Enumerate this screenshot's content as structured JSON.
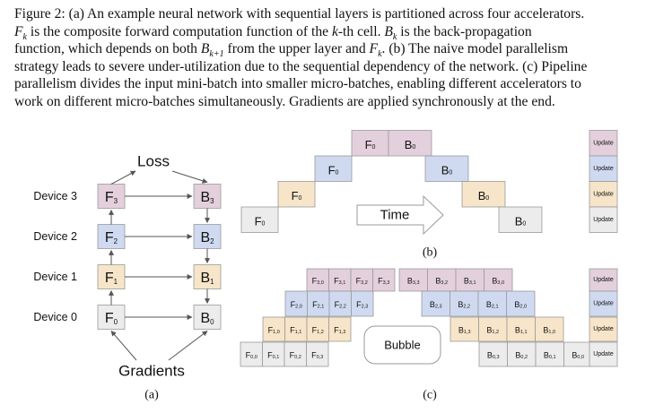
{
  "caption": {
    "prefix": "Figure 2:",
    "text": "(a) An example neural network with sequential layers is partitioned across four accelerators. Fk is the composite forward computation function of the k-th cell. Bk is the back-propagation function, which depends on both Bk+1 from the upper layer and Fk. (b) The naive model parallelism strategy leads to severe under-utilization due to the sequential dependency of the network. (c) Pipeline parallelism divides the input mini-batch into smaller micro-batches, enabling different accelerators to work on different micro-batches simultaneously. Gradients are applied synchronously at the end."
  },
  "colors": {
    "device3": "#e3d0dc",
    "device2": "#cfdaf1",
    "device1": "#f7e5c9",
    "device0": "#ececec",
    "border": "#9a9a9a",
    "arrow": "#555555"
  },
  "panel_a": {
    "label": "(a)",
    "top_label": "Loss",
    "bottom_label": "Gradients",
    "rows": [
      {
        "device": "Device 3",
        "f": "F",
        "fs": "3",
        "b": "B",
        "bs": "3",
        "color": "device3"
      },
      {
        "device": "Device 2",
        "f": "F",
        "fs": "2",
        "b": "B",
        "bs": "2",
        "color": "device2"
      },
      {
        "device": "Device 1",
        "f": "F",
        "fs": "1",
        "b": "B",
        "bs": "1",
        "color": "device1"
      },
      {
        "device": "Device 0",
        "f": "F",
        "fs": "0",
        "b": "B",
        "bs": "0",
        "color": "device0"
      }
    ]
  },
  "panel_b": {
    "label": "(b)",
    "time_label": "Time",
    "update_label": "Update",
    "forward": [
      {
        "t": "F",
        "s": "0",
        "row": 0
      },
      {
        "t": "F",
        "s": "0",
        "row": 1
      },
      {
        "t": "F",
        "s": "0",
        "row": 2
      },
      {
        "t": "F",
        "s": "0",
        "row": 3
      }
    ],
    "backward": [
      {
        "t": "B",
        "s": "0",
        "row": 3
      },
      {
        "t": "B",
        "s": "0",
        "row": 2
      },
      {
        "t": "B",
        "s": "0",
        "row": 1
      },
      {
        "t": "B",
        "s": "0",
        "row": 0
      }
    ]
  },
  "panel_c": {
    "label": "(c)",
    "bubble_label": "Bubble",
    "update_label": "Update",
    "rows": [
      {
        "color": "device3",
        "forward": [
          [
            "F",
            "3,0"
          ],
          [
            "F",
            "3,1"
          ],
          [
            "F",
            "3,2"
          ],
          [
            "F",
            "3,3"
          ]
        ],
        "backward": [
          [
            "B",
            "3,3"
          ],
          [
            "B",
            "3,2"
          ],
          [
            "B",
            "3,1"
          ],
          [
            "B",
            "3,0"
          ]
        ]
      },
      {
        "color": "device2",
        "forward": [
          [
            "F",
            "2,0"
          ],
          [
            "F",
            "2,1"
          ],
          [
            "F",
            "2,2"
          ],
          [
            "F",
            "2,3"
          ]
        ],
        "backward": [
          [
            "B",
            "2,3"
          ],
          [
            "B",
            "2,2"
          ],
          [
            "B",
            "2,1"
          ],
          [
            "B",
            "2,0"
          ]
        ]
      },
      {
        "color": "device1",
        "forward": [
          [
            "F",
            "1,0"
          ],
          [
            "F",
            "1,1"
          ],
          [
            "F",
            "1,2"
          ],
          [
            "F",
            "1,3"
          ]
        ],
        "backward": [
          [
            "B",
            "1,3"
          ],
          [
            "B",
            "1,2"
          ],
          [
            "B",
            "1,1"
          ],
          [
            "B",
            "1,0"
          ]
        ]
      },
      {
        "color": "device0",
        "forward": [
          [
            "F",
            "0,0"
          ],
          [
            "F",
            "0,1"
          ],
          [
            "F",
            "0,2"
          ],
          [
            "F",
            "0,3"
          ]
        ],
        "backward": [
          [
            "B",
            "0,3"
          ],
          [
            "B",
            "0,2"
          ],
          [
            "B",
            "0,1"
          ],
          [
            "B",
            "0,0"
          ]
        ]
      }
    ]
  }
}
